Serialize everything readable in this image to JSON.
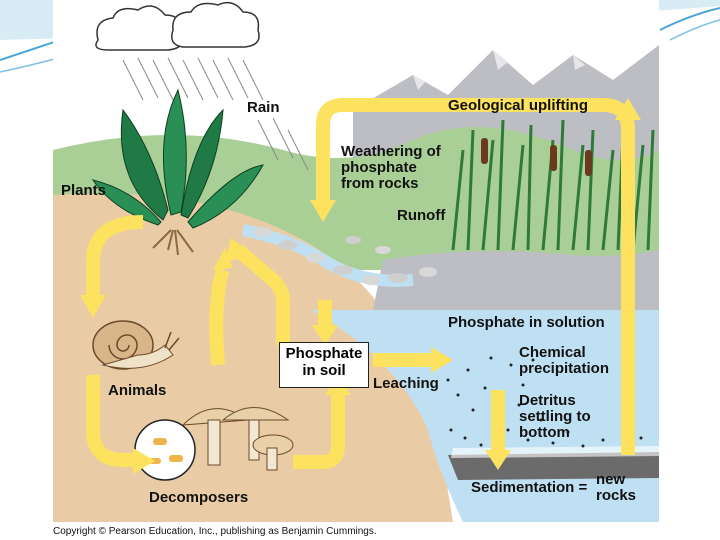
{
  "labels": {
    "rain": "Rain",
    "geological_uplifting": "Geological uplifting",
    "weathering": "Weathering of\nphosphate\nfrom rocks",
    "plants": "Plants",
    "runoff": "Runoff",
    "phosphate_in_solution": "Phosphate in solution",
    "phosphate_in_soil": "Phosphate\nin soil",
    "chemical_precipitation": "Chemical\nprecipitation",
    "leaching": "Leaching",
    "animals": "Animals",
    "detritus": "Detritus\nsettling to\nbottom",
    "sedimentation": "Sedimentation =",
    "new_rocks": "new\nrocks",
    "decomposers": "Decomposers"
  },
  "copyright": "Copyright © Pearson Education, Inc., publishing as Benjamin Cummings.",
  "colors": {
    "sky": "#ffffff",
    "hills": "#a9cf96",
    "soil": "#e9cca6",
    "water": "#bfe0f3",
    "arrow": "#fde25f",
    "mountain": "#bdbdc4",
    "plant": "#1f7a45",
    "slide_accent": "#4ba6d6"
  }
}
